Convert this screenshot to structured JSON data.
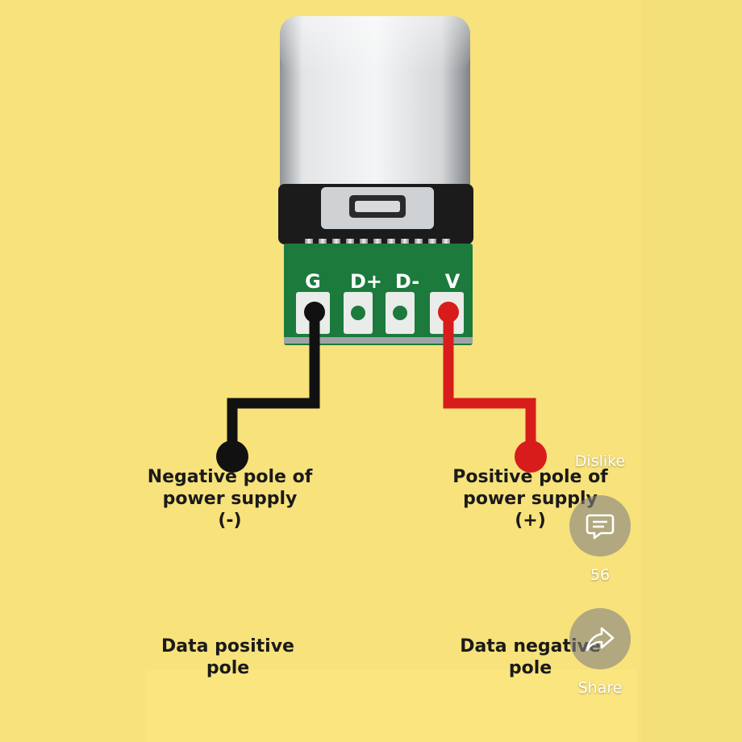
{
  "diagram": {
    "pins": [
      "G",
      "D+",
      "D-",
      "V"
    ]
  },
  "labels": {
    "negative": "Negative pole of\npower supply\n(-)",
    "positive": "Positive pole of\npower supply\n(+)",
    "data_positive": "Data positive\npole",
    "data_negative": "Data negative\npole"
  },
  "actions": {
    "dislike_label": "Dislike",
    "comment_count": "56",
    "share_label": "Share"
  },
  "colors": {
    "background": "#f7e27b",
    "pcb": "#1c7a3d",
    "negative_wire": "#111111",
    "positive_wire": "#d81c1c"
  },
  "icons": {
    "comment": "comment-icon",
    "share": "share-icon"
  }
}
